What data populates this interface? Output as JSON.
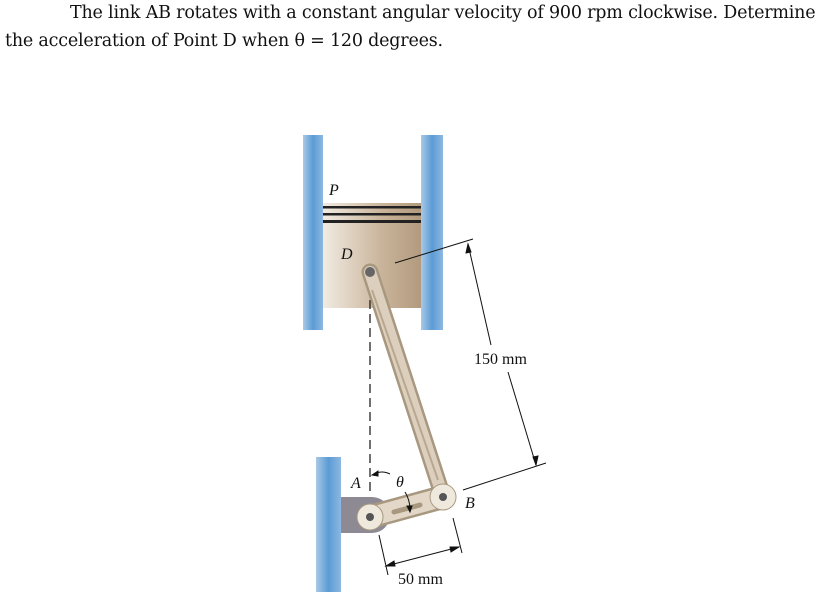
{
  "problem": {
    "line1": "The link AB rotates with a constant angular velocity of 900 rpm clockwise. Determine",
    "line2": "the acceleration of Point D when θ = 120 degrees."
  },
  "figure": {
    "labels": {
      "P": "P",
      "D": "D",
      "A": "A",
      "B": "B",
      "theta": "θ"
    },
    "dimensions": {
      "rod_length": "150 mm",
      "crank_length": "50 mm"
    },
    "colors": {
      "wall": "#5b9bd5",
      "piston": "#c9b49a",
      "link": "#d8cbb8",
      "bracket": "#8e8a94"
    }
  }
}
